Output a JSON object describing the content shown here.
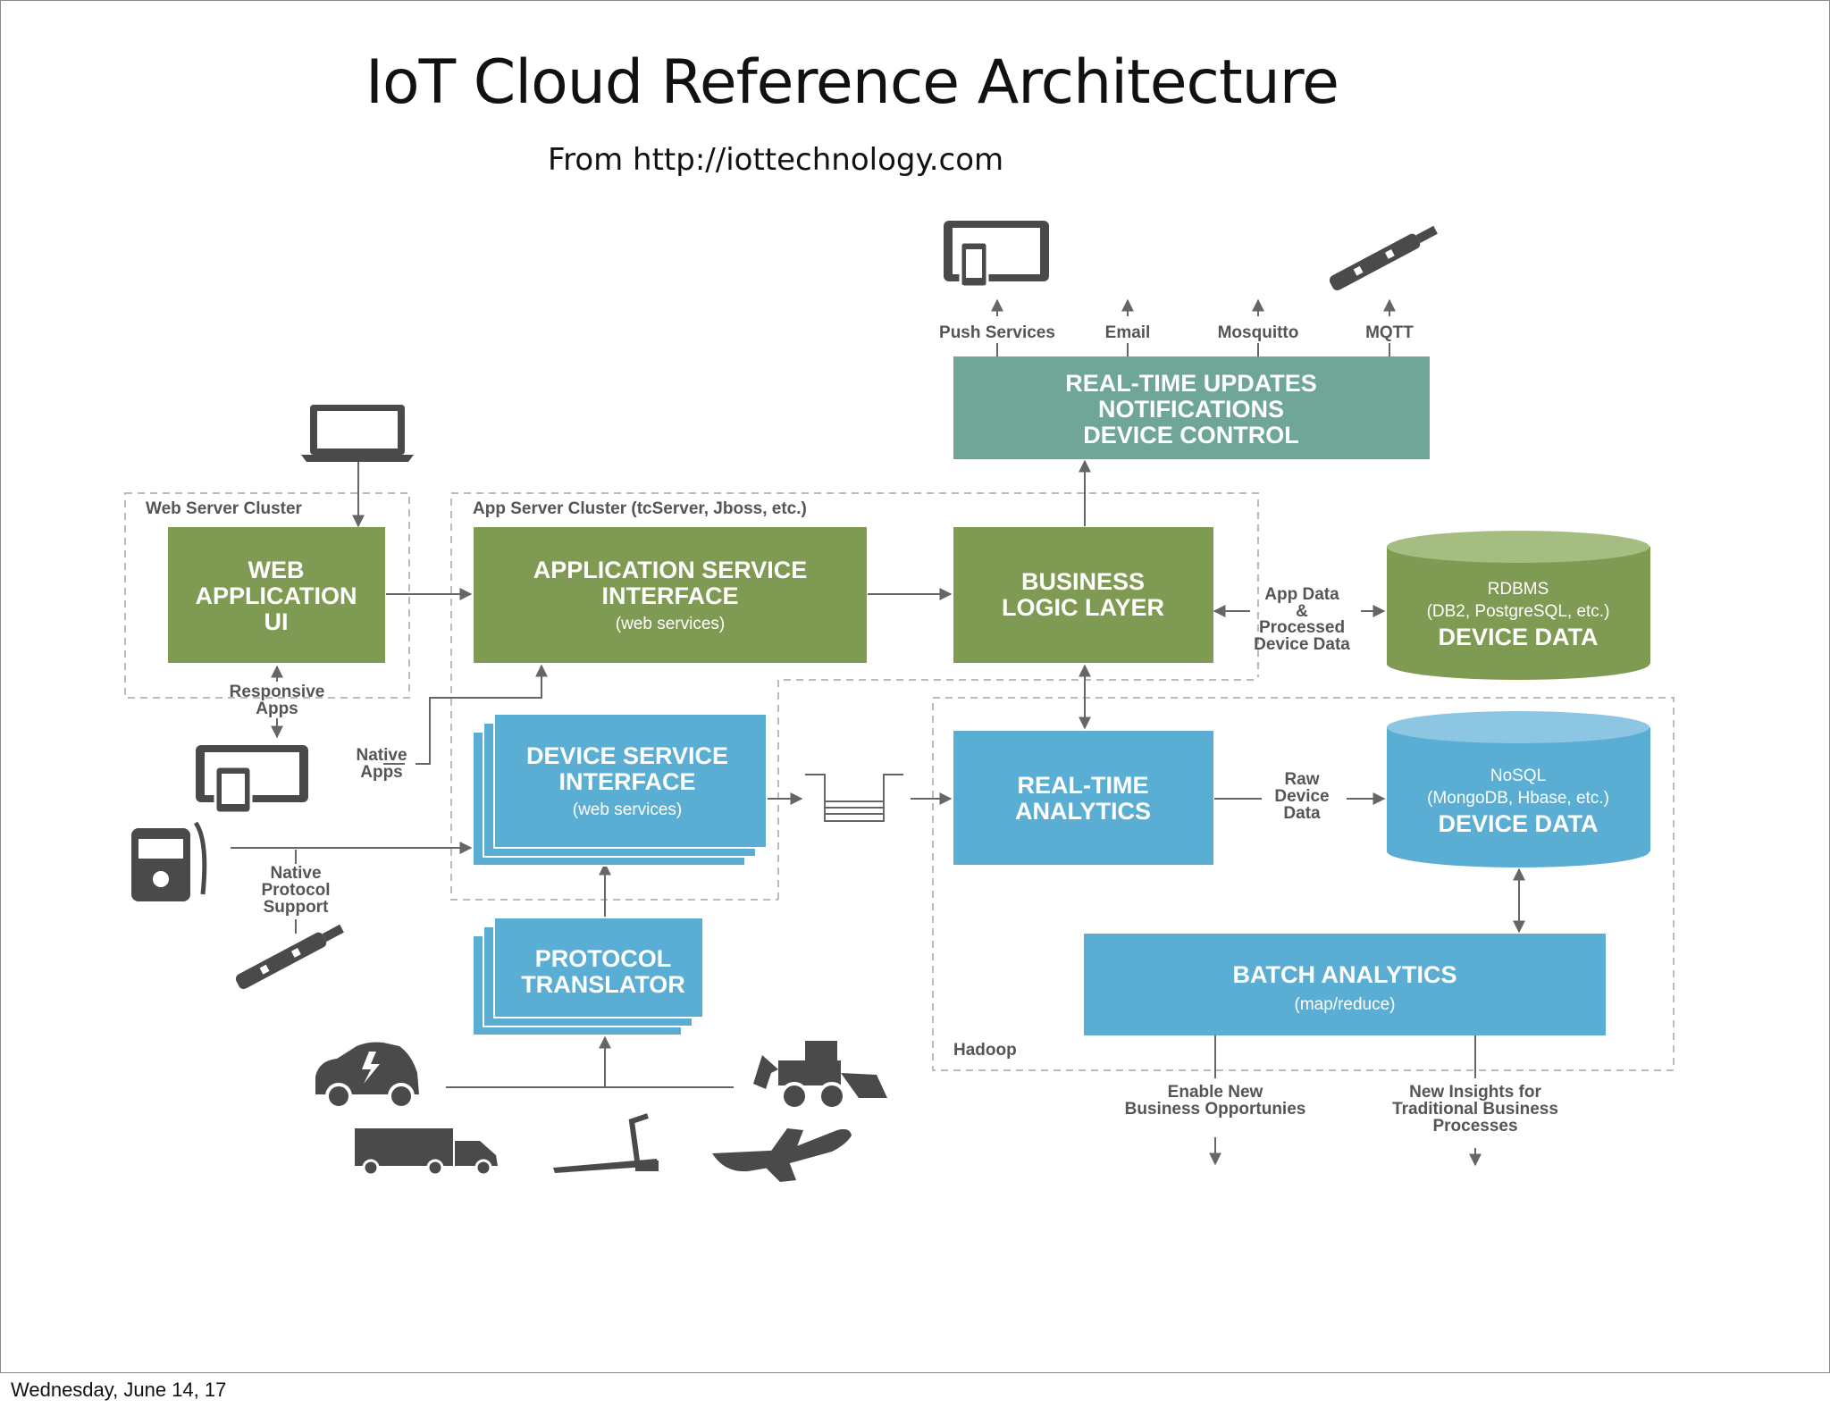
{
  "title": "IoT Cloud Reference Architecture",
  "subtitle": "From http://iottechnology.com",
  "footer_date": "Wednesday, June 14, 17",
  "colors": {
    "green": "#7f9a52",
    "teal": "#6fa697",
    "blue": "#5aaed3",
    "icon": "#4a4a4a",
    "label": "#555555"
  },
  "clusters": {
    "web": "Web Server Cluster",
    "app": "App Server Cluster (tcServer, Jboss, etc.)",
    "hadoop": "Hadoop"
  },
  "boxes": {
    "realtime_updates": {
      "line1": "REAL-TIME UPDATES",
      "line2": "NOTIFICATIONS",
      "line3": "DEVICE CONTROL"
    },
    "web_app_ui": {
      "line1": "WEB",
      "line2": "APPLICATION",
      "line3": "UI"
    },
    "app_service": {
      "line1": "APPLICATION SERVICE",
      "line2": "INTERFACE",
      "sub": "(web services)"
    },
    "business_logic": {
      "line1": "BUSINESS",
      "line2": "LOGIC LAYER"
    },
    "rdbms": {
      "line1": "RDBMS",
      "line2": "(DB2, PostgreSQL, etc.)",
      "line3": "DEVICE DATA"
    },
    "device_service": {
      "line1": "DEVICE SERVICE",
      "line2": "INTERFACE",
      "sub": "(web services)"
    },
    "realtime_analytics": {
      "line1": "REAL-TIME",
      "line2": "ANALYTICS"
    },
    "nosql": {
      "line1": "NoSQL",
      "line2": "(MongoDB, Hbase, etc.)",
      "line3": "DEVICE DATA"
    },
    "protocol_translator": {
      "line1": "PROTOCOL",
      "line2": "TRANSLATOR"
    },
    "batch_analytics": {
      "line1": "BATCH ANALYTICS",
      "sub": "(map/reduce)"
    }
  },
  "labels": {
    "push": "Push Services",
    "email": "Email",
    "mosquitto": "Mosquitto",
    "mqtt": "MQTT",
    "app_data": [
      "App Data",
      "&",
      "Processed",
      "Device Data"
    ],
    "responsive": [
      "Responsive",
      "Apps"
    ],
    "native_apps": [
      "Native",
      "Apps"
    ],
    "native_protocol": [
      "Native",
      "Protocol",
      "Support"
    ],
    "raw_data": [
      "Raw",
      "Device",
      "Data"
    ],
    "enable_new": [
      "Enable New",
      "Business Opportunies"
    ],
    "new_insights": [
      "New Insights for",
      "Traditional Business",
      "Processes"
    ]
  },
  "icons": [
    "tablet-icon",
    "usb-sensor-icon",
    "laptop-icon",
    "tablet-phone-icon",
    "meter-device-icon",
    "sensor-stick-icon",
    "electric-car-icon",
    "backhoe-icon",
    "truck-icon",
    "treadmill-icon",
    "airplane-icon",
    "queue-icon"
  ]
}
